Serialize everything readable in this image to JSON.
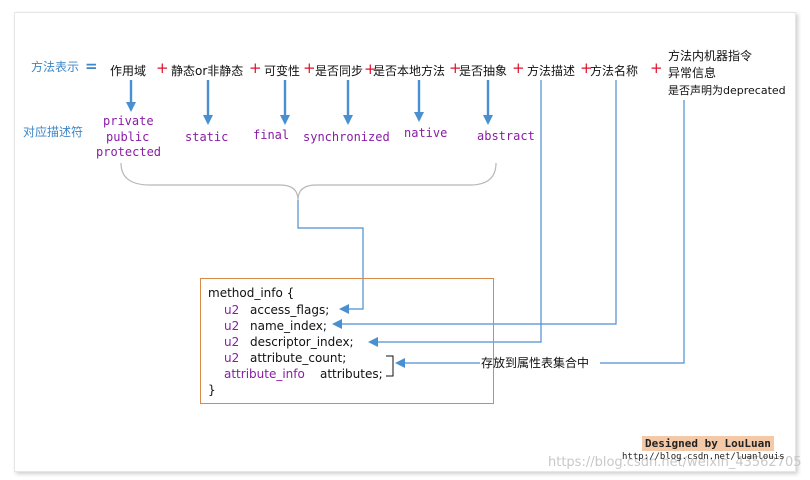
{
  "row_labels": {
    "method_repr": "方法表示",
    "equals": "=",
    "descriptor": "对应描述符"
  },
  "components": [
    {
      "label": "作用域"
    },
    {
      "label": "静态or非静态"
    },
    {
      "label": "可变性"
    },
    {
      "label": "是否同步"
    },
    {
      "label": "是否本地方法"
    },
    {
      "label": "是否抽象"
    },
    {
      "label": "方法描述"
    },
    {
      "label": "方法名称"
    }
  ],
  "plus": "+",
  "extra_attrs": [
    "方法内机器指令",
    "异常信息",
    "是否声明为deprecated"
  ],
  "flags": {
    "scope": [
      "private",
      "public",
      "protected"
    ],
    "static": "static",
    "final": "final",
    "synchronized": "synchronized",
    "native": "native",
    "abstract": "abstract"
  },
  "struct": {
    "open": "method_info {",
    "fields": [
      {
        "type": "u2",
        "name": "access_flags;"
      },
      {
        "type": "u2",
        "name": "name_index;"
      },
      {
        "type": "u2",
        "name": " descriptor_index;"
      },
      {
        "type": "u2",
        "name": " attribute_count;"
      },
      {
        "type": "attribute_info",
        "name": "attributes;"
      }
    ],
    "close": "}"
  },
  "attr_note": "存放到属性表集合中",
  "credit": {
    "designed_by": "Designed by LouLuan",
    "url": "http://blog.csdn.net/luanlouis"
  },
  "watermark": "https://blog.csdn.net/weixin_43562705",
  "colors": {
    "arrow": "#4a8fd0",
    "plus": "#e0102a",
    "keyword": "#8a1ca6",
    "box_border": "#d88a4a",
    "label_blue": "#3d86c6",
    "brace": "#b8b8b8"
  }
}
